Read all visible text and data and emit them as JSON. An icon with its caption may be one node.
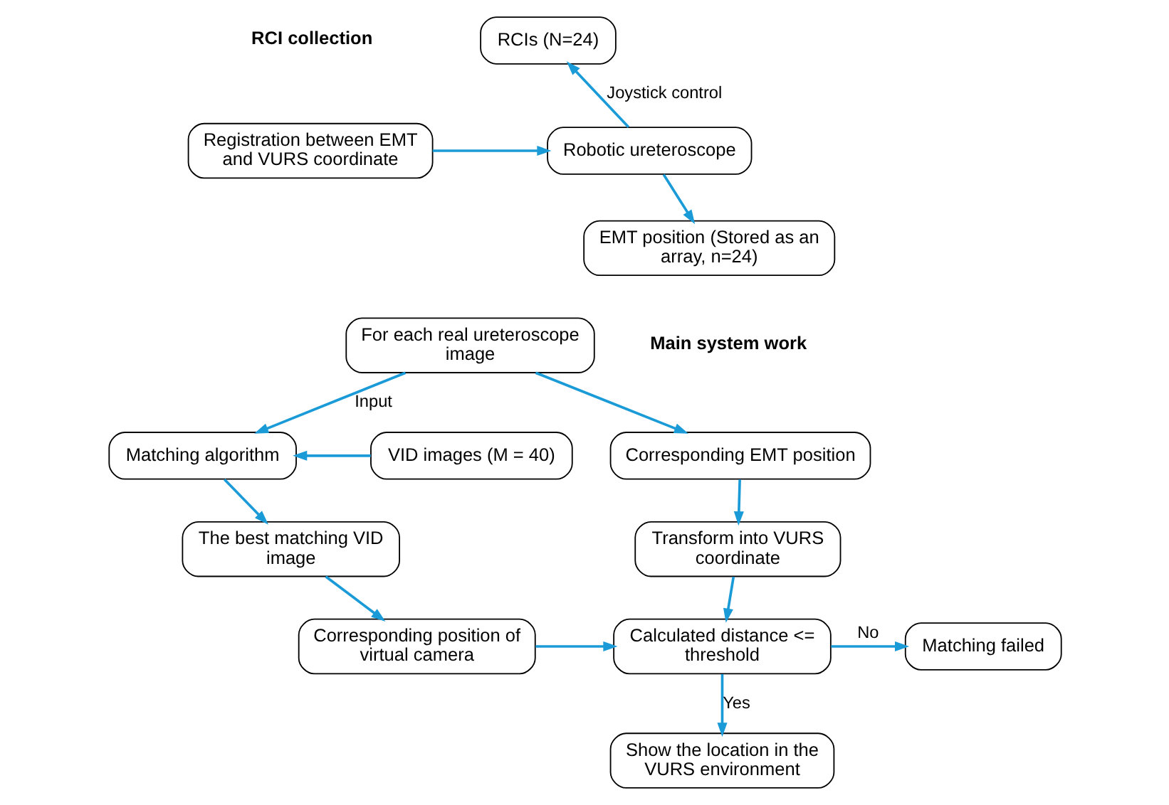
{
  "diagram": {
    "nodes": [
      {
        "text": [
          "Registration between EMT and VURS coordinate"
        ]
      },
      {
        "text": [
          "Robotic ureteroscope"
        ]
      },
      {
        "text": [
          "RCIs (N=24)"
        ]
      },
      {
        "text": [
          "EMT position (Stored as an array, n=24)"
        ]
      },
      {
        "text": [
          "For each real ureteroscope image"
        ]
      },
      {
        "text": [
          "VID images (M = 40)"
        ]
      },
      {
        "text": [
          "Matching algorithm"
        ]
      },
      {
        "text": [
          "Corresponding EMT position"
        ]
      },
      {
        "text": [
          "The best matching VID image"
        ]
      },
      {
        "text": [
          "Transform into VURS coordinate"
        ]
      },
      {
        "text": [
          "Corresponding position of virtual camera"
        ]
      },
      {
        "text": [
          "Calculated distance <= threshold"
        ]
      },
      {
        "text": [
          "Matching failed"
        ]
      },
      {
        "text": [
          "Show the location in the VURS environment"
        ]
      }
    ],
    "edges": [
      {
        "from": 0,
        "to": 1,
        "arrow": "to"
      },
      {
        "from": 1,
        "to": 2,
        "arrow": "to",
        "label": "Joystick control"
      },
      {
        "from": 1,
        "to": 3,
        "arrow": "to"
      },
      {
        "from": 4,
        "to": 6,
        "arrow": "to",
        "label": "Input"
      },
      {
        "from": 4,
        "to": 7,
        "arrow": "to"
      },
      {
        "from": 5,
        "to": 6,
        "arrow": "to"
      },
      {
        "from": 6,
        "to": 8,
        "arrow": "to"
      },
      {
        "from": 7,
        "to": 9,
        "arrow": "to"
      },
      {
        "from": 8,
        "to": 10,
        "arrow": "to"
      },
      {
        "from": 9,
        "to": 11,
        "arrow": "to"
      },
      {
        "from": 10,
        "to": 11,
        "arrow": "to"
      },
      {
        "from": 11,
        "to": 12,
        "arrow": "to",
        "label": "No"
      },
      {
        "from": 11,
        "to": 13,
        "arrow": "to",
        "label": "Yes"
      }
    ],
    "labels": [
      "RCI collection",
      "Main system work"
    ]
  }
}
